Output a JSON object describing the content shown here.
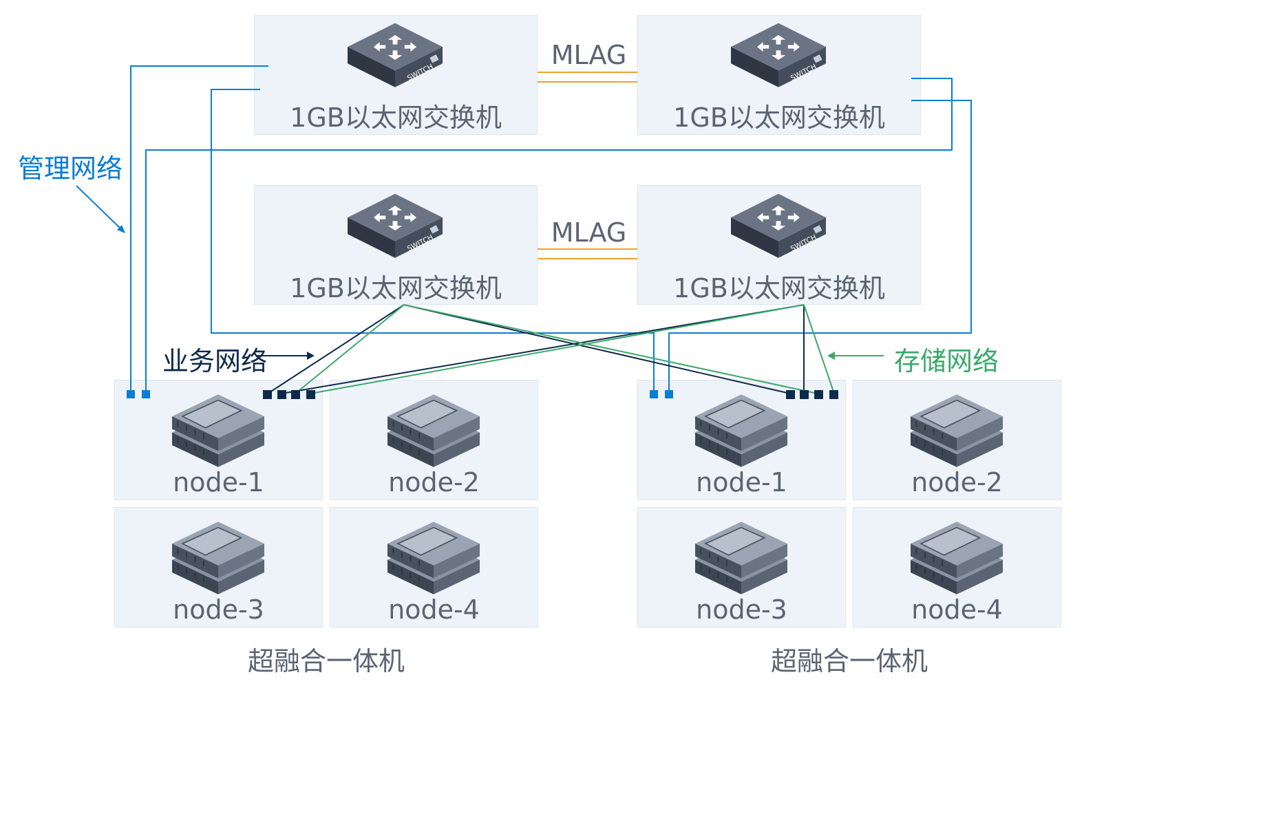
{
  "switches": [
    {
      "label": "1GB以太网交换机",
      "badge": "SWITCH"
    },
    {
      "label": "1GB以太网交换机",
      "badge": "SWITCH"
    },
    {
      "label": "1GB以太网交换机",
      "badge": "SWITCH"
    },
    {
      "label": "1GB以太网交换机",
      "badge": "SWITCH"
    }
  ],
  "links": {
    "mlag_top": "MLAG",
    "mlag_bottom": "MLAG"
  },
  "networks": {
    "management": {
      "label": "管理网络",
      "color": "#0a7dd4"
    },
    "business": {
      "label": "业务网络",
      "color": "#0d2a4a"
    },
    "storage": {
      "label": "存储网络",
      "color": "#3aa86a"
    },
    "mlag_color": "#f0a02a"
  },
  "clusters": [
    {
      "caption": "超融合一体机",
      "nodes": [
        "node-1",
        "node-2",
        "node-3",
        "node-4"
      ]
    },
    {
      "caption": "超融合一体机",
      "nodes": [
        "node-1",
        "node-2",
        "node-3",
        "node-4"
      ]
    }
  ]
}
